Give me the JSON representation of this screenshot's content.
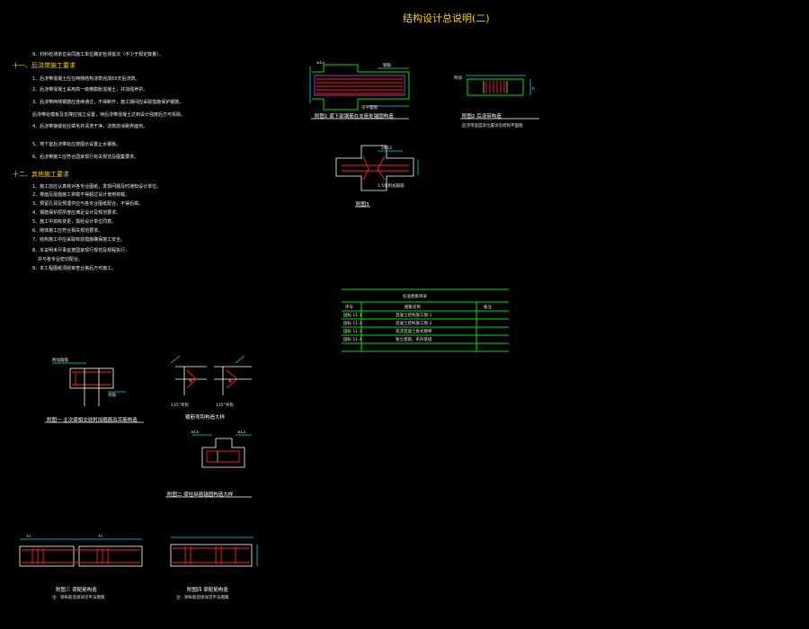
{
  "title": "结构设计总说明(二)",
  "notes": {
    "intro": "9、材料检测单位会同施工单位确定检测批次（不少于规定数量）。",
    "sec11_title": "十一、后浇带施工要求",
    "sec11_items": [
      "1、后浇带混凝土应在两侧结构浇筑完成60天后浇筑。",
      "2、后浇带混凝土采用高一级微膨胀混凝土，并加强养护。",
      "3、后浇带两侧钢筋应连续通过，不得断开，施工期间应采取措施保护钢筋。",
      "   后浇带处模板及支撑应独立设置，待后浇带混凝土达到设计强度后方可拆除。",
      "4、后浇带接缝处应凿毛并清洗干净，浇筑前涂刷界面剂。",
      "5、地下室后浇带处应按图示设置止水钢板。",
      "6、后浇带施工应符合国家现行有关规范及图集要求。"
    ],
    "sec12_title": "十二、其他施工要求",
    "sec12_items": [
      "1、施工前应认真核对各专业图纸，发现问题及时通知设计单位。",
      "2、楼面及屋面施工荷载不得超过设计使用荷载。",
      "3、预留孔洞及预埋件应与各专业图纸配合，不得后凿。",
      "4、钢筋保护层厚度应满足设计及规范要求。",
      "5、施工中如有变更，需经设计单位同意。",
      "6、砌体施工应符合相关规范要求。",
      "7、结构施工中应采取有效措施确保施工安全。",
      "8、本说明未尽事宜按国家现行规范及规程执行，",
      "   并与各专业密切配合。",
      "9、本工程图纸须经审查合格后方可施工。"
    ]
  },
  "figures": {
    "fig1_caption": "附图1  梁下部钢筋在支座处锚固构造",
    "fig2_caption": "附图2  后浇带构造",
    "fig2_sub": "后浇带宽度及位置详见结构平面图",
    "fig3_caption": "附图3",
    "fig4_caption": "附图一  主次梁相交处附加箍筋及吊筋构造",
    "fig5_caption": "箍筋弯钩构造大样",
    "fig6_caption": "附图二  梁柱纵筋锚固构造大样",
    "fig7_caption": "附图三  梁配筋构造",
    "fig8_caption": "附图四  梁配筋构造",
    "fig7_note": "注：梁纵筋连接详见平法图集",
    "fig8_note": "注：梁纵筋连接详见平法图集"
  },
  "table": {
    "title": "标准图集目录",
    "headers": [
      "序号",
      "图集名称",
      "备注"
    ],
    "rows": [
      [
        "国标 11-1",
        "混凝土结构施工图-1",
        ""
      ],
      [
        "国标 11-2",
        "混凝土结构施工图-2",
        ""
      ],
      [
        "国标 11-3",
        "现浇混凝土板式楼梯",
        ""
      ],
      [
        "国标 11-4",
        "独立基础、条形基础",
        ""
      ]
    ]
  },
  "colors": {
    "background": "#000000",
    "title": "#ffd400",
    "line_green": "#00e000",
    "rebar_red": "#ff2020",
    "dim_cyan": "#00d8d8",
    "text_white": "#ffffff"
  }
}
